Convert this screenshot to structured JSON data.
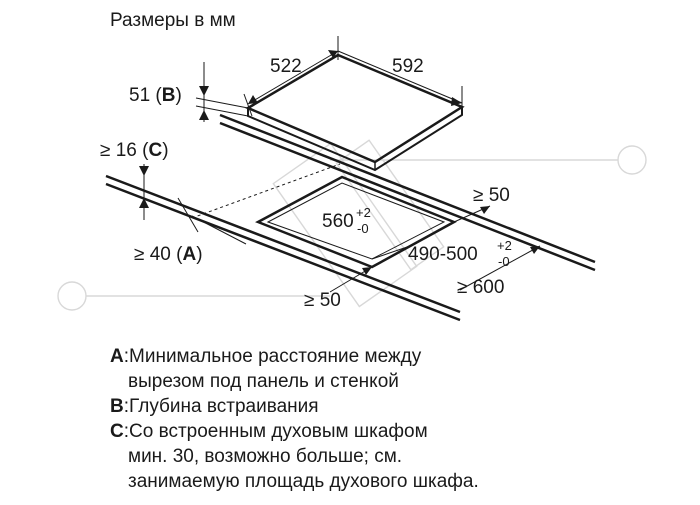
{
  "title": "Размеры в мм",
  "dimensions": {
    "hob_depth": "522",
    "hob_width": "592",
    "built_in_depth_value": "51",
    "gap_c_value": "≥ 16",
    "gap_a_value": "≥ 40",
    "cutout_width_main": "560",
    "cutout_width_tol_plus": "+2",
    "cutout_width_tol_minus": "-0",
    "cutout_depth_main": "490-500",
    "cutout_depth_tol_plus": "+2",
    "cutout_depth_tol_minus": "-0",
    "side_gap_right": "≥ 50",
    "front_gap": "≥ 50",
    "worktop_depth": "≥ 600"
  },
  "letters": {
    "a": "A",
    "b": "B",
    "c": "C"
  },
  "legend": [
    {
      "key": "A",
      "lines": [
        "Минимальное расстояние между",
        "вырезом под панель и стенкой"
      ]
    },
    {
      "key": "B",
      "lines": [
        "Глубина встраивания"
      ]
    },
    {
      "key": "C",
      "lines": [
        "Со встроенным духовым шкафом",
        "мин. 30, возможно больше; см.",
        "занимаемую площадь духового шкафа."
      ]
    }
  ],
  "colors": {
    "ink": "#1a1a1a",
    "watermark": "#d8d8d8"
  }
}
